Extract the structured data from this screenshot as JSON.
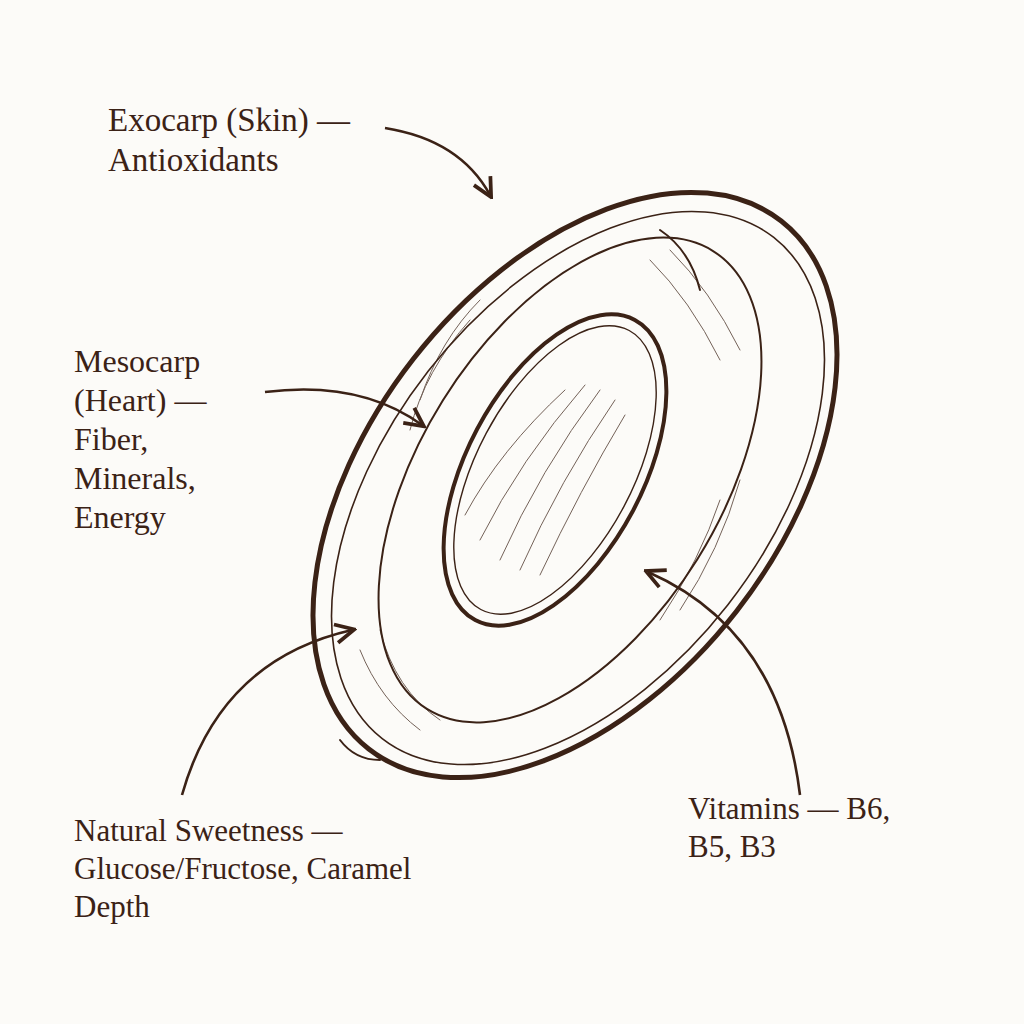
{
  "diagram": {
    "labels": [
      "Exocarp (Skin) — Antioxidants",
      "Mesocarp (Heart) — Fiber, Minerals, Energy",
      "Natural Sweetness — Glucose/Fructose, Caramel Depth",
      "Vitamins — B6, B5, B3"
    ]
  }
}
